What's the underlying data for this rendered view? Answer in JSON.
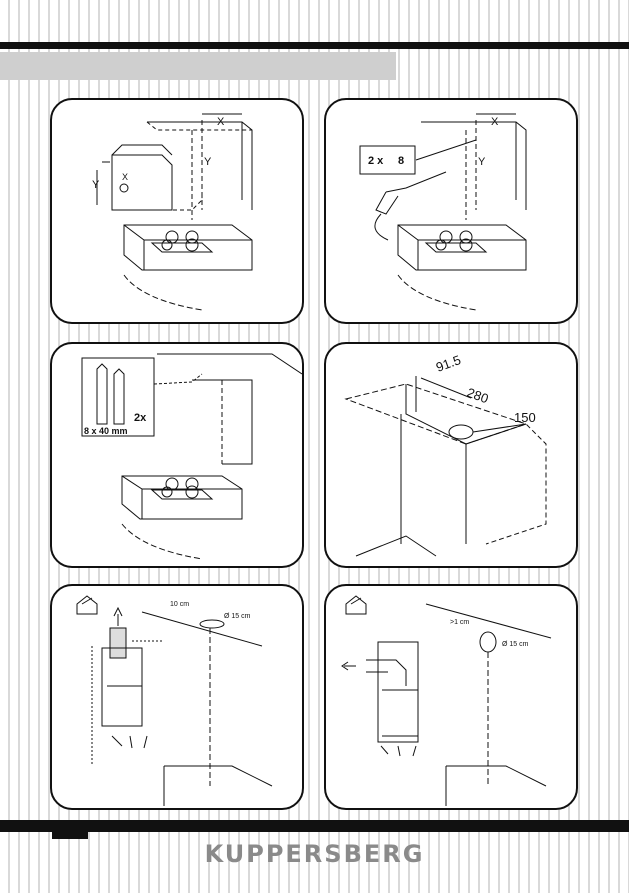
{
  "brand": "KUPPERSBERG",
  "panel1": {
    "x_label": "X",
    "y_label": "Y"
  },
  "panel2": {
    "x_label": "X",
    "y_label": "Y",
    "drill_count": "2 x",
    "drill_size": "8"
  },
  "panel3": {
    "count": "2x",
    "size": "8 x 40 mm"
  },
  "panel4": {
    "dim_a": "91.5",
    "dim_b": "280",
    "dim_c": "150"
  },
  "panel5": {
    "gap": "10 cm",
    "diameter": "Ø 15 cm"
  },
  "panel6": {
    "gap": ">1 cm",
    "diameter": "Ø 15 cm"
  }
}
